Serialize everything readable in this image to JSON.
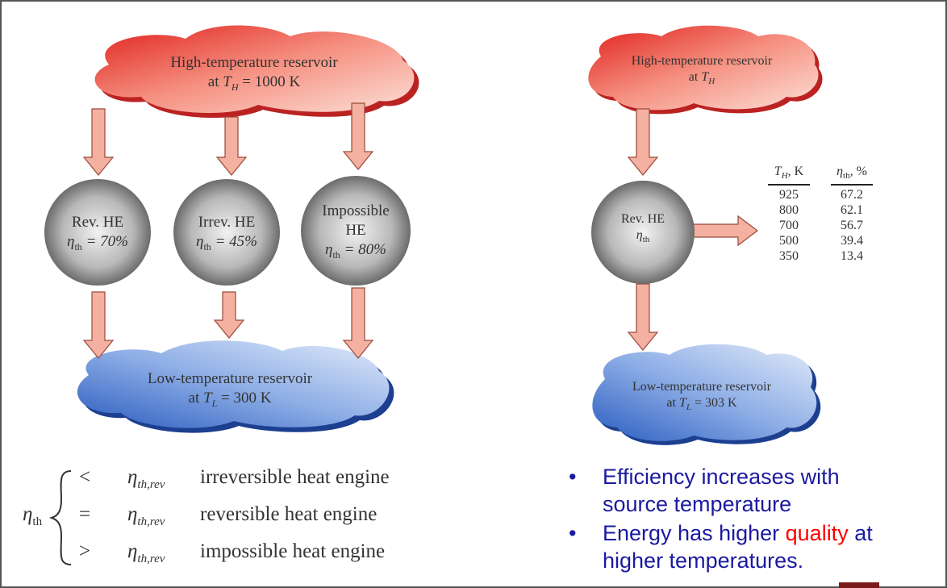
{
  "left_diagram": {
    "high_reservoir": {
      "line1": "High-temperature reservoir",
      "line2_prefix": "at ",
      "line2_var": "T",
      "line2_sub": "H",
      "line2_suffix": " = 1000 K"
    },
    "engines": [
      {
        "name": "Rev. HE",
        "eff": " = 70%"
      },
      {
        "name": "Irrev. HE",
        "eff": " = 45%"
      },
      {
        "name": "Impossible",
        "name2": "HE",
        "eff": " = 80%"
      }
    ],
    "eta": "η",
    "eta_sub": "th",
    "low_reservoir": {
      "line1": "Low-temperature reservoir",
      "line2_prefix": "at ",
      "line2_var": "T",
      "line2_sub": "L",
      "line2_suffix": " = 300 K"
    }
  },
  "right_diagram": {
    "high_reservoir": {
      "line1": "High-temperature reservoir",
      "line2_prefix": "at ",
      "line2_var": "T",
      "line2_sub": "H"
    },
    "engine": {
      "name": "Rev. HE"
    },
    "low_reservoir": {
      "line1": "Low-temperature reservoir",
      "line2_prefix": "at ",
      "line2_var": "T",
      "line2_sub": "L",
      "line2_suffix": " = 303 K"
    },
    "table": {
      "col1_header": "T",
      "col1_sub": "H",
      "col1_unit": ", K",
      "col2_header": "η",
      "col2_sub": "th",
      "col2_unit": ", %",
      "rows": [
        [
          "925",
          "67.2"
        ],
        [
          "800",
          "62.1"
        ],
        [
          "700",
          "56.7"
        ],
        [
          "500",
          "39.4"
        ],
        [
          "350",
          "13.4"
        ]
      ]
    }
  },
  "relation": {
    "lhs": "η",
    "lhs_sub": "th",
    "rows": [
      {
        "op": "<",
        "rhs": "η",
        "rhs_sub": "th,rev",
        "label": "irreversible heat engine"
      },
      {
        "op": "=",
        "rhs": "η",
        "rhs_sub": "th,rev",
        "label": "reversible heat engine"
      },
      {
        "op": ">",
        "rhs": "η",
        "rhs_sub": "th,rev",
        "label": "impossible heat engine"
      }
    ]
  },
  "bullets": {
    "b1": "Efficiency increases with source temperature",
    "b2_pre": "Energy has higher ",
    "b2_red": "quality",
    "b2_post": " at higher temperatures."
  },
  "colors": {
    "hot": "#e8403a",
    "cold": "#3f6fc8",
    "arrow": "#f4b0a0",
    "text_blue": "#1a1aa0",
    "accent_red": "#ff0000"
  }
}
